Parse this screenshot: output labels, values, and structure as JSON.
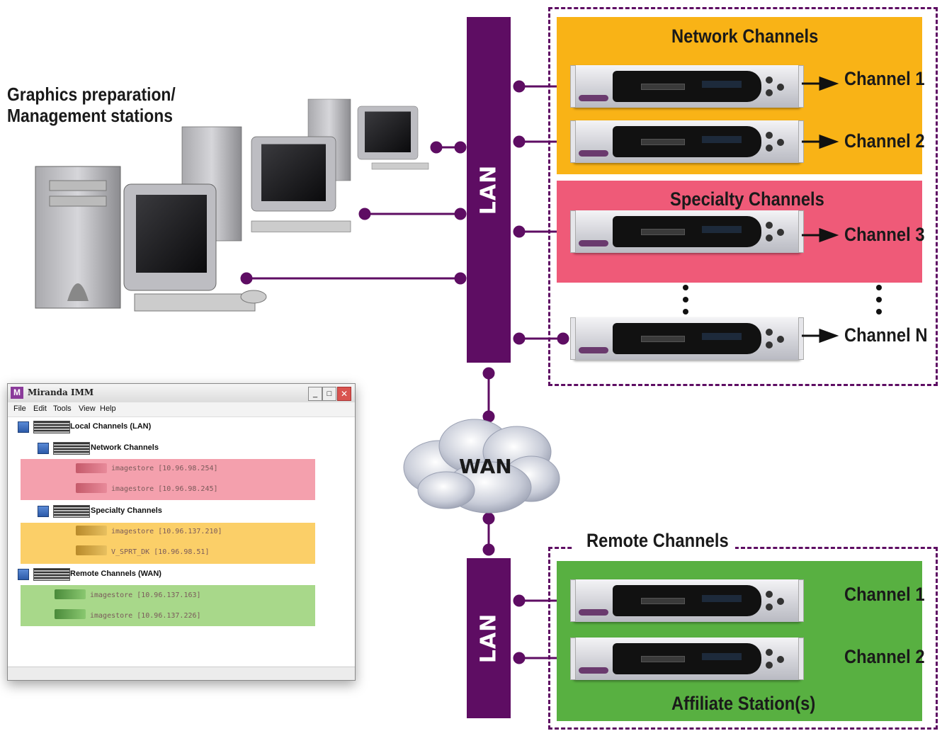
{
  "labels": {
    "graphics_stations": [
      "Graphics preparation/",
      "Management stations"
    ],
    "lan": "LAN",
    "wan": "WAN",
    "network_channels": "Network Channels",
    "specialty_channels": "Specialty Channels",
    "remote_channels": "Remote Channels",
    "affiliate": "Affiliate Station(s)"
  },
  "channels_top": [
    "Channel 1",
    "Channel 2",
    "Channel 3",
    "Channel N"
  ],
  "channels_remote": [
    "Channel 1",
    "Channel 2"
  ],
  "colors": {
    "purple": "#5e0d63",
    "orange": "#f9b316",
    "pink": "#ef5a78",
    "green": "#58b041"
  },
  "window": {
    "title": "Miranda IMM",
    "menu": [
      "File",
      "Edit",
      "Tools",
      "View",
      "Help"
    ],
    "local": "Local Channels (LAN)",
    "network": "Network Channels",
    "net_items": [
      "imagestore [10.96.98.254]",
      "imagestore [10.96.98.245]"
    ],
    "specialty": "Specialty Channels",
    "spec_items": [
      "imagestore [10.96.137.210]",
      "V_SPRT_DK [10.96.98.51]"
    ],
    "remote": "Remote Channels (WAN)",
    "remote_items": [
      "imagestore [10.96.137.163]",
      "imagestore [10.96.137.226]"
    ]
  }
}
